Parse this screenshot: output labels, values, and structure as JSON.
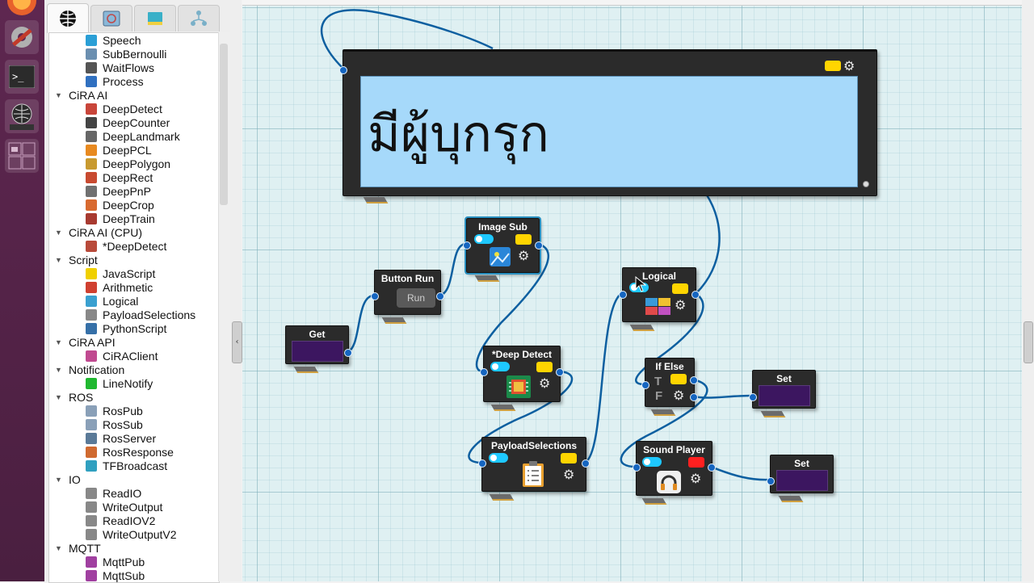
{
  "tabs": [
    {
      "name": "globe-icon"
    },
    {
      "name": "image-icon"
    },
    {
      "name": "book-icon"
    },
    {
      "name": "network-icon"
    }
  ],
  "tree": [
    {
      "kind": "item",
      "label": "Speech",
      "icon": "#2a9fd6"
    },
    {
      "kind": "item",
      "label": "SubBernoulli",
      "icon": "#6b8fb0"
    },
    {
      "kind": "item",
      "label": "WaitFlows",
      "icon": "#555555"
    },
    {
      "kind": "item",
      "label": "Process",
      "icon": "#3070c0"
    },
    {
      "kind": "cat",
      "label": "CiRA AI"
    },
    {
      "kind": "item",
      "label": "DeepDetect",
      "icon": "#c8453a"
    },
    {
      "kind": "item",
      "label": "DeepCounter",
      "icon": "#444444"
    },
    {
      "kind": "item",
      "label": "DeepLandmark",
      "icon": "#666666"
    },
    {
      "kind": "item",
      "label": "DeepPCL",
      "icon": "#e88a20"
    },
    {
      "kind": "item",
      "label": "DeepPolygon",
      "icon": "#c89a30"
    },
    {
      "kind": "item",
      "label": "DeepRect",
      "icon": "#c84a30"
    },
    {
      "kind": "item",
      "label": "DeepPnP",
      "icon": "#707070"
    },
    {
      "kind": "item",
      "label": "DeepCrop",
      "icon": "#d86a30"
    },
    {
      "kind": "item",
      "label": "DeepTrain",
      "icon": "#a83a30"
    },
    {
      "kind": "cat",
      "label": "CiRA AI (CPU)"
    },
    {
      "kind": "item",
      "label": "*DeepDetect",
      "icon": "#b84a3a"
    },
    {
      "kind": "cat",
      "label": "Script"
    },
    {
      "kind": "item",
      "label": "JavaScript",
      "icon": "#f0d000"
    },
    {
      "kind": "item",
      "label": "Arithmetic",
      "icon": "#d04030"
    },
    {
      "kind": "item",
      "label": "Logical",
      "icon": "#3aa0d0"
    },
    {
      "kind": "item",
      "label": "PayloadSelections",
      "icon": "#888888"
    },
    {
      "kind": "item",
      "label": "PythonScript",
      "icon": "#3670a8"
    },
    {
      "kind": "cat",
      "label": "CiRA API"
    },
    {
      "kind": "item",
      "label": "CiRAClient",
      "icon": "#c04a90"
    },
    {
      "kind": "cat",
      "label": "Notification"
    },
    {
      "kind": "item",
      "label": "LineNotify",
      "icon": "#20b830"
    },
    {
      "kind": "cat",
      "label": "ROS"
    },
    {
      "kind": "item",
      "label": "RosPub",
      "icon": "#8aa0b8"
    },
    {
      "kind": "item",
      "label": "RosSub",
      "icon": "#8aa0b8"
    },
    {
      "kind": "item",
      "label": "RosServer",
      "icon": "#5a7a98"
    },
    {
      "kind": "item",
      "label": "RosResponse",
      "icon": "#d06a30"
    },
    {
      "kind": "item",
      "label": "TFBroadcast",
      "icon": "#30a0c0"
    },
    {
      "kind": "cat",
      "label": "IO"
    },
    {
      "kind": "item",
      "label": "ReadIO",
      "icon": "#888888"
    },
    {
      "kind": "item",
      "label": "WriteOutput",
      "icon": "#888888"
    },
    {
      "kind": "item",
      "label": "ReadIOV2",
      "icon": "#888888"
    },
    {
      "kind": "item",
      "label": "WriteOutputV2",
      "icon": "#888888"
    },
    {
      "kind": "cat",
      "label": "MQTT"
    },
    {
      "kind": "item",
      "label": "MqttPub",
      "icon": "#a040a0"
    },
    {
      "kind": "item",
      "label": "MqttSub",
      "icon": "#a040a0"
    }
  ],
  "canvas": {
    "display": {
      "text": "มีผู้บุกรุก"
    },
    "nodes": {
      "get": {
        "title": "Get"
      },
      "button_run": {
        "title": "Button Run",
        "button": "Run"
      },
      "image_sub": {
        "title": "Image Sub"
      },
      "deep_detect": {
        "title": "*Deep Detect"
      },
      "payload": {
        "title": "PayloadSelections"
      },
      "logical": {
        "title": "Logical"
      },
      "ifelse": {
        "title": "If Else",
        "true_label": "T",
        "false_label": "F"
      },
      "sound": {
        "title": "Sound Player"
      },
      "set1": {
        "title": "Set"
      },
      "set2": {
        "title": "Set"
      }
    }
  },
  "colors": {
    "accent": "#1565c0",
    "display_bg": "#a6d9fa",
    "node_bg": "#2b2b2b",
    "toggle": "#1ec8ff",
    "chip": "#ffd500",
    "chip_alert": "#ff2020"
  }
}
